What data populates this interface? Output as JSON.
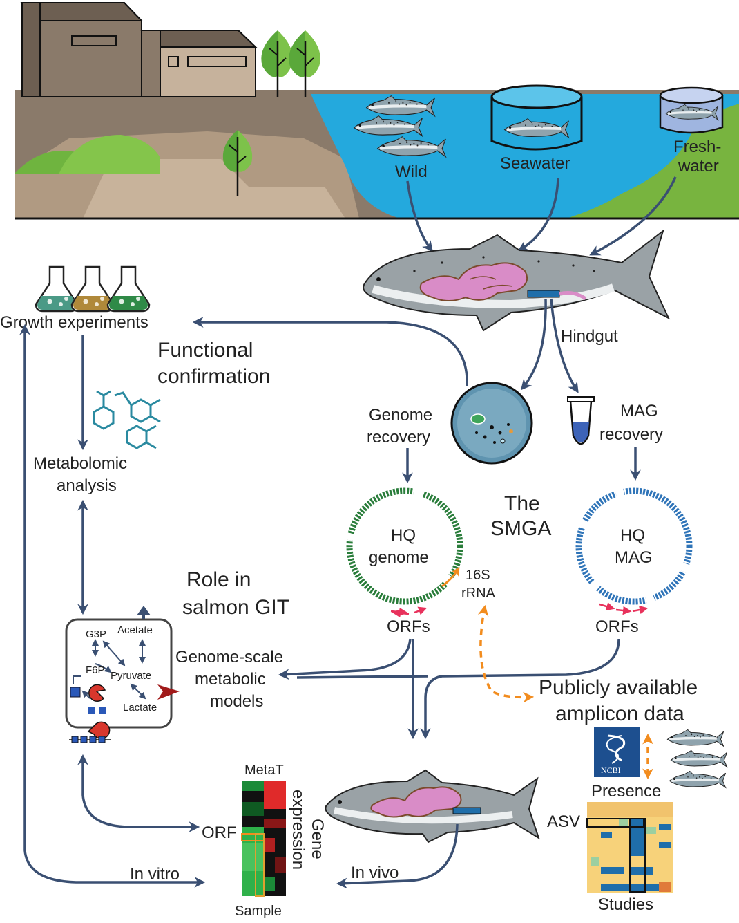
{
  "colors": {
    "arrow": "#3a4f72",
    "dashed_arrow": "#f28c1e",
    "water": "#24a9dd",
    "land_dark": "#8a7a6a",
    "land_light": "#c2ab90",
    "grass": "#6fb43f",
    "tree": "#5aa83a",
    "genome_ring": "#2a7d3b",
    "mag_ring": "#2f74b8",
    "gut": "#d98cc7",
    "orf_arrow": "#e8325c",
    "heatmap_green": "#2fb14a",
    "heatmap_red": "#e02a2a",
    "asv_blue": "#1f6eaa",
    "asv_yellow": "#f7d27a"
  },
  "habitats": {
    "wild": "Wild",
    "seawater": "Seawater",
    "freshwater_line1": "Fresh-",
    "freshwater_line2": "water"
  },
  "hindgut": "Hindgut",
  "growth": "Growth experiments",
  "functional_line1": "Functional",
  "functional_line2": "confirmation",
  "genome_recovery_line1": "Genome",
  "genome_recovery_line2": "recovery",
  "mag_recovery_line1": "MAG",
  "mag_recovery_line2": "recovery",
  "metabolomic_line1": "Metabolomic",
  "metabolomic_line2": "analysis",
  "smga_line1": "The",
  "smga_line2": "SMGA",
  "hq_genome_line1": "HQ",
  "hq_genome_line2": "genome",
  "hq_mag_line1": "HQ",
  "hq_mag_line2": "MAG",
  "rrna_line1": "16S",
  "rrna_line2": "rRNA",
  "orfs_left": "ORFs",
  "orfs_right": "ORFs",
  "role_line1": "Role in",
  "role_line2": "salmon GIT",
  "gsmm_line1": "Genome-scale",
  "gsmm_line2": "metabolic",
  "gsmm_line3": "models",
  "cell": {
    "g3p": "G3P",
    "acetate": "Acetate",
    "f6p": "F6P",
    "pyruvate": "Pyruvate",
    "lactate": "Lactate"
  },
  "public_line1": "Publicly available",
  "public_line2": "amplicon data",
  "ncbi": "NCBI",
  "presence": "Presence",
  "asv": "ASV",
  "studies": "Studies",
  "metat": "MetaT",
  "gene_expression_line1": "Gene",
  "gene_expression_line2": "expression",
  "orf": "ORF",
  "sample": "Sample",
  "in_vitro": "In vitro",
  "in_vivo": "In vivo"
}
